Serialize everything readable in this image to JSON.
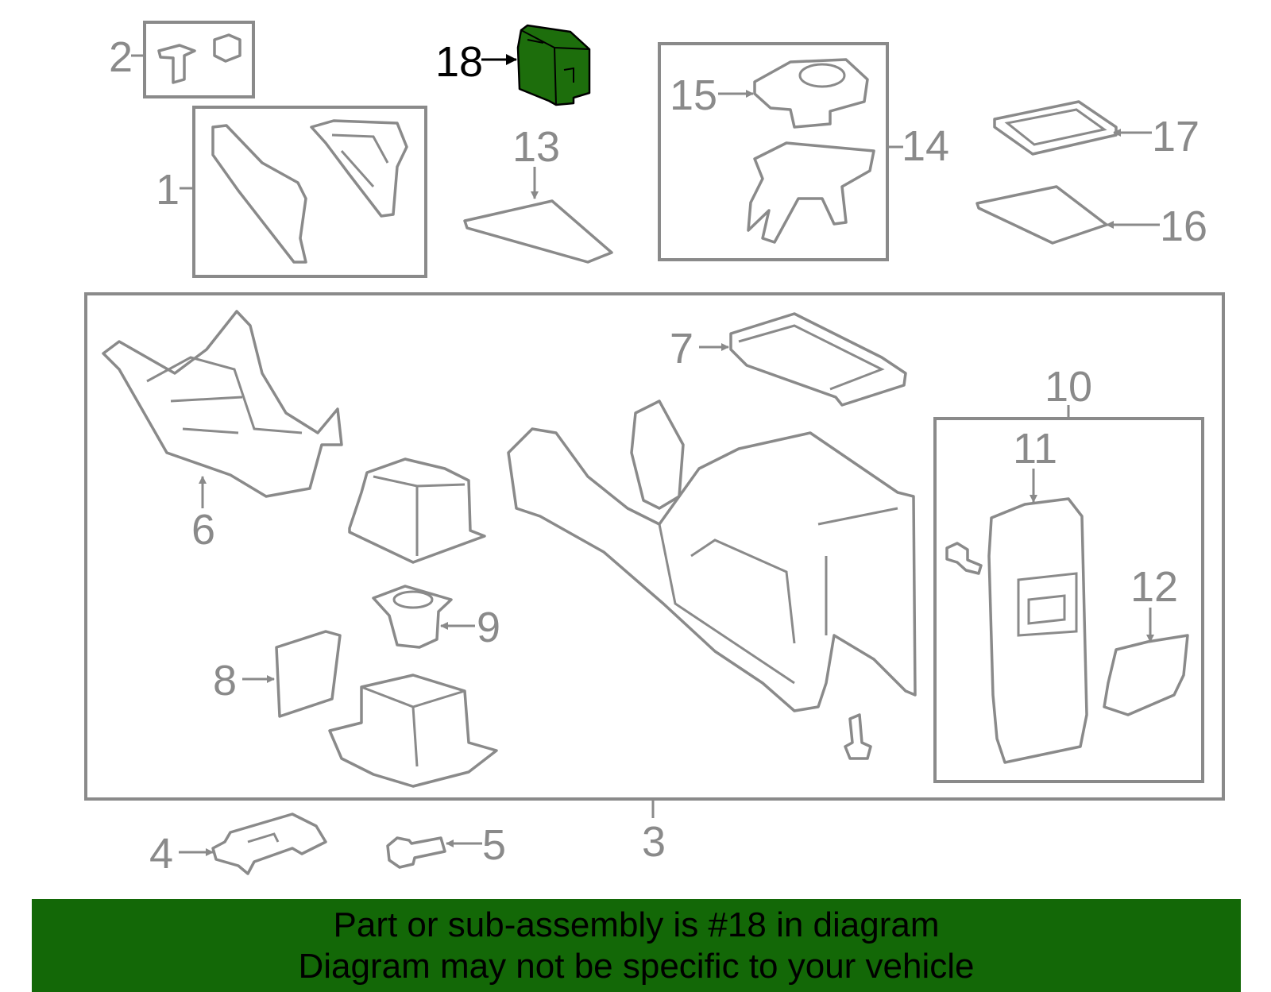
{
  "colors": {
    "line": "#8a8a8a",
    "highlight_part": "#1d6e0c",
    "banner": "#136807",
    "banner_text": "#000000"
  },
  "callouts": {
    "c1": "1",
    "c2": "2",
    "c3": "3",
    "c4": "4",
    "c5": "5",
    "c6": "6",
    "c7": "7",
    "c8": "8",
    "c9": "9",
    "c10": "10",
    "c11": "11",
    "c12": "12",
    "c13": "13",
    "c14": "14",
    "c15": "15",
    "c16": "16",
    "c17": "17",
    "c18": "18"
  },
  "banner": {
    "line1": "Part or sub-assembly is #18 in diagram",
    "line2": "Diagram may not be specific to your vehicle"
  }
}
